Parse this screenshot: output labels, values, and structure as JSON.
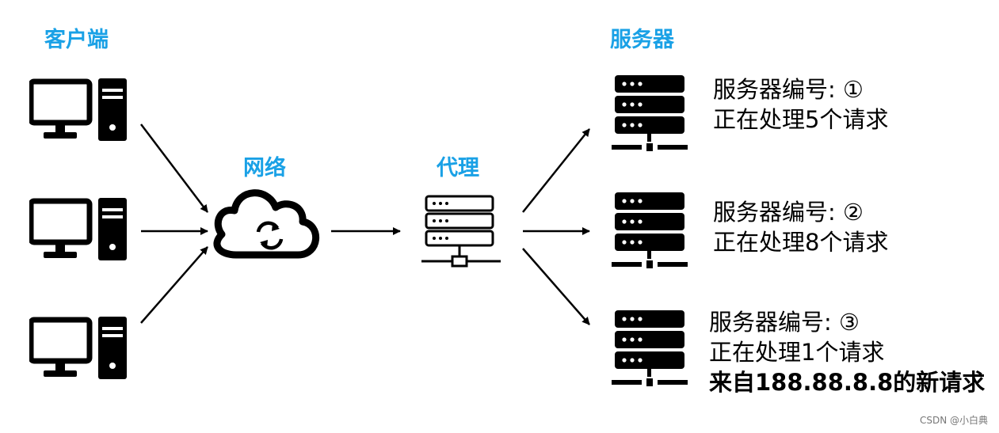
{
  "labels": {
    "client": "客户端",
    "network": "网络",
    "proxy": "代理",
    "servers": "服务器"
  },
  "servers": [
    {
      "number_line": "服务器编号: ①",
      "load_line": "正在处理5个请求"
    },
    {
      "number_line": "服务器编号: ②",
      "load_line": "正在处理8个请求"
    },
    {
      "number_line": "服务器编号: ③",
      "load_line": "正在处理1个请求",
      "new_request_line": "来自188.88.8.8的新请求"
    }
  ],
  "watermark": "CSDN @小白典",
  "colors": {
    "accent": "#1aa1e6",
    "icon": "#000000"
  },
  "icons": {
    "client": "desktop-computer-icon",
    "network": "cloud-sync-icon",
    "proxy": "server-outline-icon",
    "server": "server-rack-icon"
  }
}
